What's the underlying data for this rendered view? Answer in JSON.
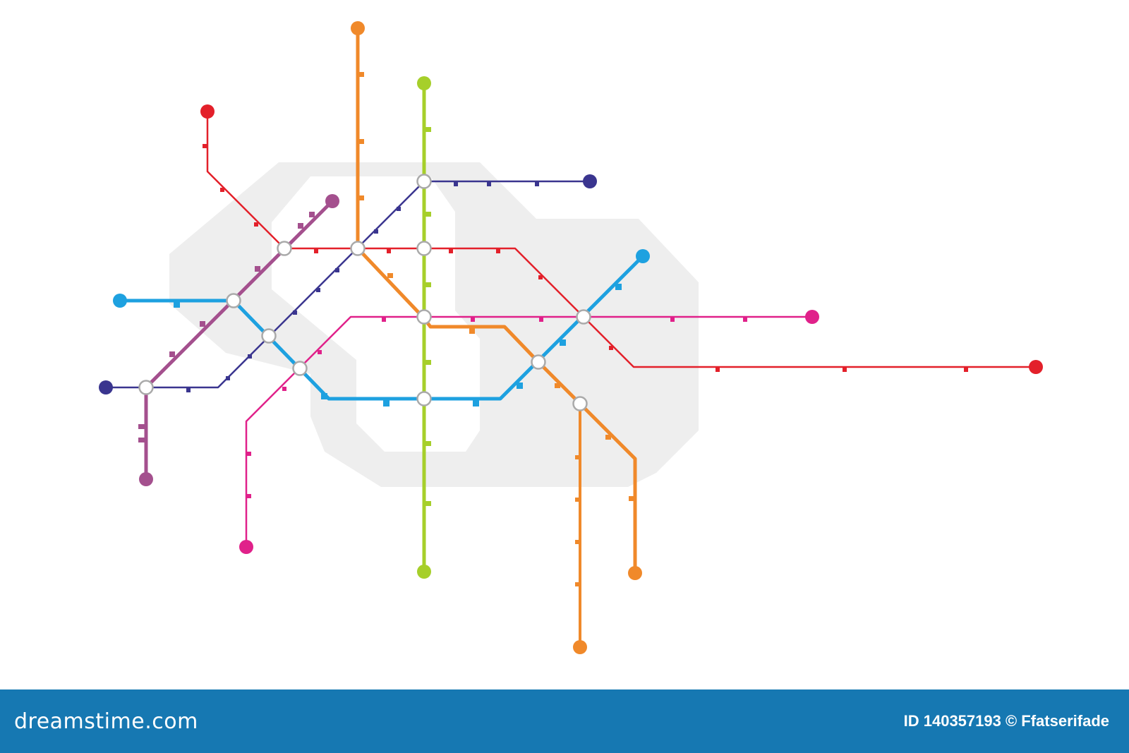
{
  "map": {
    "background_color": "#ffffff",
    "backdrop_color": "#eeeeee",
    "interchange_fill": "#ffffff",
    "interchange_stroke": "#aaaaaa",
    "lines": [
      {
        "id": "orange",
        "color": "#f0892a"
      },
      {
        "id": "lime",
        "color": "#a6cf2a"
      },
      {
        "id": "red",
        "color": "#e3202a"
      },
      {
        "id": "navy",
        "color": "#3a358f"
      },
      {
        "id": "purple",
        "color": "#a4508e"
      },
      {
        "id": "blue",
        "color": "#1ea1e0"
      },
      {
        "id": "magenta",
        "color": "#e0218a"
      }
    ]
  },
  "footer": {
    "background_color": "#1678b2",
    "brand": "dreamstime.com",
    "credit": "ID 140357193 © Ffatserifade"
  }
}
